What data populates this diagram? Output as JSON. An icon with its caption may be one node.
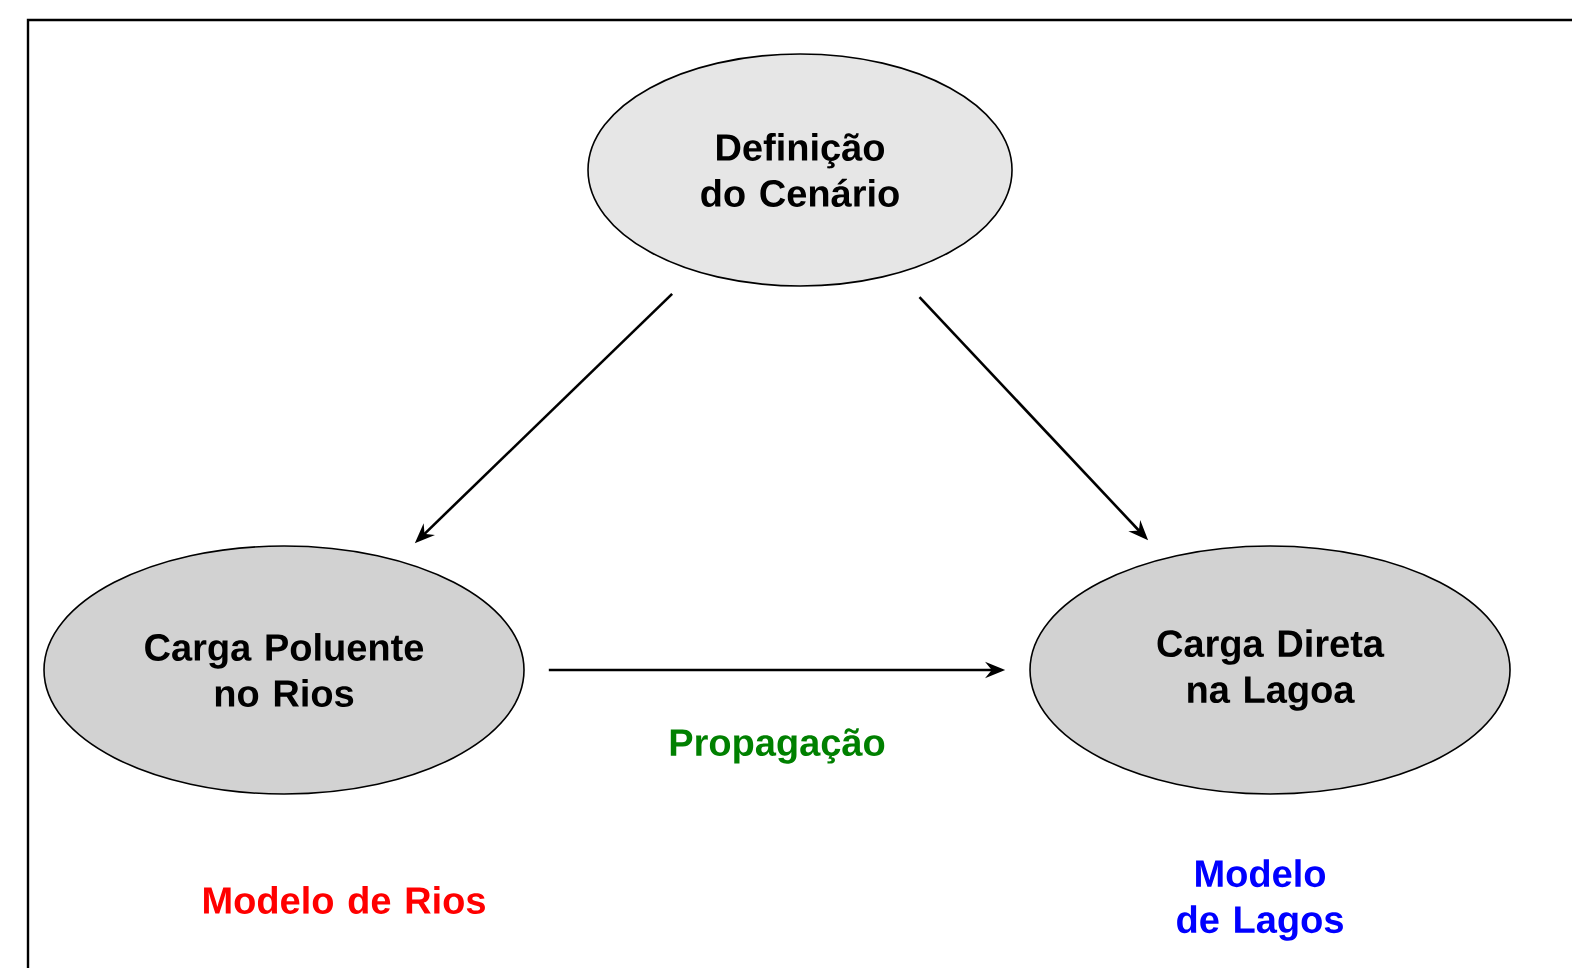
{
  "diagram": {
    "nodes": [
      {
        "text": [
          "Definição do Cenário"
        ]
      },
      {
        "text": [
          "Carga Poluente no Rios"
        ],
        "beside": [
          "Modelo de Rios"
        ]
      },
      {
        "text": [
          "Carga Direta na Lagoa"
        ],
        "beside": [
          "Modelo de Lagos"
        ]
      }
    ],
    "edges": [
      {
        "from": 0,
        "to": 1,
        "arrow": "to"
      },
      {
        "from": 0,
        "to": 2,
        "arrow": "to"
      },
      {
        "from": 1,
        "to": 2,
        "arrow": "to",
        "label": "Propagação"
      }
    ]
  }
}
